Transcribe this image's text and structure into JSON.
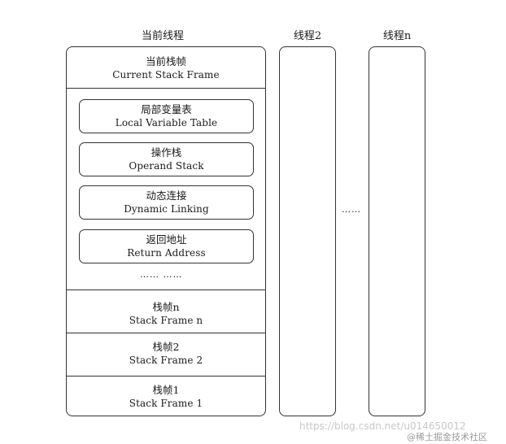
{
  "columns": {
    "current_thread_title": "当前线程",
    "thread2_title": "线程2",
    "threadn_title": "线程n"
  },
  "current_frame": {
    "zh": "当前栈帧",
    "en": "Current Stack Frame"
  },
  "inner_items": [
    {
      "zh": "局部变量表",
      "en": "Local Variable Table"
    },
    {
      "zh": "操作栈",
      "en": "Operand Stack"
    },
    {
      "zh": "动态连接",
      "en": "Dynamic Linking"
    },
    {
      "zh": "返回地址",
      "en": "Return Address"
    }
  ],
  "inner_ellipsis": "…… ……",
  "frames": [
    {
      "zh": "栈帧n",
      "en": "Stack Frame n"
    },
    {
      "zh": "栈帧2",
      "en": "Stack Frame 2"
    },
    {
      "zh": "栈帧1",
      "en": "Stack Frame 1"
    }
  ],
  "between_ellipsis": "……",
  "watermark_url": "https://blog.csdn.net/u014650012",
  "watermark_site": "@稀土掘金技术社区"
}
